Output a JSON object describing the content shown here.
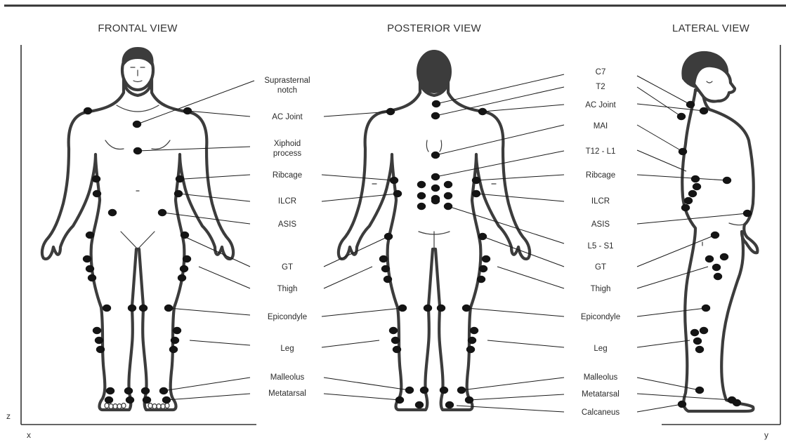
{
  "views": {
    "frontal": "FRONTAL VIEW",
    "posterior": "POSTERIOR VIEW",
    "lateral": "LATERAL VIEW"
  },
  "axes": {
    "x": "x",
    "y": "y",
    "z": "z"
  },
  "labels": {
    "suprasternal_1": "Suprasternal",
    "suprasternal_2": "notch",
    "ac_joint_front": "AC Joint",
    "xiphoid_1": "Xiphoid",
    "xiphoid_2": "process",
    "ribcage_front": "Ribcage",
    "ilcr_front": "ILCR",
    "asis_front": "ASIS",
    "gt_front": "GT",
    "thigh_front": "Thigh",
    "epicondyle_front": "Epicondyle",
    "leg_front": "Leg",
    "malleolus_front": "Malleolus",
    "metatarsal_front": "Metatarsal",
    "c7": "C7",
    "t2": "T2",
    "ac_joint_right": "AC Joint",
    "mai": "MAI",
    "t12_l1": "T12 - L1",
    "ribcage_right": "Ribcage",
    "ilcr_right": "ILCR",
    "asis_right": "ASIS",
    "l5_s1": "L5 - S1",
    "gt_right": "GT",
    "thigh_right": "Thigh",
    "epicondyle_right": "Epicondyle",
    "leg_right": "Leg",
    "malleolus_right": "Malleolus",
    "metatarsal_right": "Metatarsal",
    "calcaneus": "Calcaneus"
  }
}
